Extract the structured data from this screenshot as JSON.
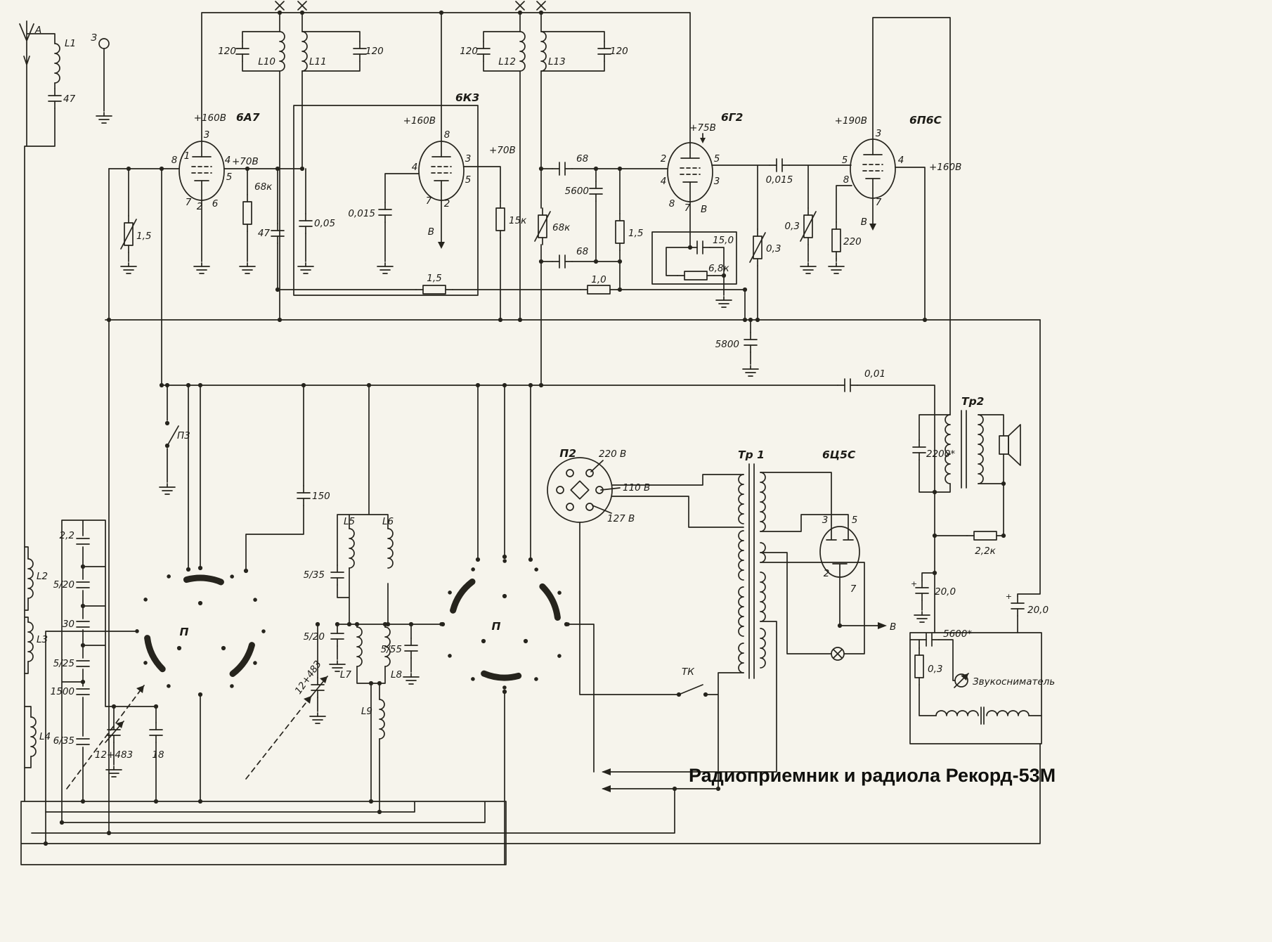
{
  "title": "Радиоприемник и радиола Рекорд-53М",
  "tubes": [
    {
      "name": "6А7",
      "pins": [
        "3",
        "8",
        "1",
        "4",
        "5",
        "7",
        "2",
        "6"
      ]
    },
    {
      "name": "6К3",
      "pins": [
        "8",
        "4",
        "3",
        "5",
        "7",
        "2"
      ]
    },
    {
      "name": "6Г2",
      "pins": [
        "2",
        "5",
        "4",
        "3",
        "8",
        "7"
      ]
    },
    {
      "name": "6П6С",
      "pins": [
        "3",
        "5",
        "4",
        "8",
        "7"
      ]
    },
    {
      "name": "6Ц5С",
      "pins": [
        "3",
        "5",
        "2",
        "7"
      ]
    }
  ],
  "labels": {
    "antenna": "А",
    "ground": "З",
    "l1": "L1",
    "l2": "L2",
    "l3": "L3",
    "l4": "L4",
    "l5": "L5",
    "l6": "L6",
    "l7": "L7",
    "l8": "L8",
    "l9": "L9",
    "l10": "L10",
    "l11": "L11",
    "l12": "L12",
    "l13": "L13",
    "v160a": "+160В",
    "v160b": "+160В",
    "v160c": "+160В",
    "v70a": "+70В",
    "v70b": "+70В",
    "v75": "+75В",
    "v190": "+190В",
    "b": "В",
    "p": "П",
    "p2": "П2",
    "p3": "П3",
    "tk": "ТК",
    "tr1": "Тр 1",
    "tr2": "Тр2",
    "v220": "220 В",
    "v110": "110 В",
    "v127": "127 В",
    "pickup": "Звукосниматель",
    "plus": "+",
    "c120": "120",
    "c47ant": "47",
    "r1k5": "1,5",
    "r68k": "68к",
    "c47": "47",
    "c005": "0,05",
    "c0015": "0,015",
    "r15k": "15к",
    "c68": "68",
    "c5600": "5600",
    "r1k0": "1,0",
    "r6k8": "6,8к",
    "c15": "15,0",
    "r03": "0,3",
    "r220": "220",
    "c5800": "5800",
    "c001": "0,01",
    "c2200": "2200*",
    "r2k2": "2,2к",
    "c20": "20,0",
    "c5600s": "5600*",
    "c150": "150",
    "c2_2": "2,2",
    "c520": "5/20",
    "c30": "30",
    "c525": "5/25",
    "c1500": "1500",
    "c635": "6/35",
    "c12483": "12+483",
    "c18": "18",
    "c535": "5/35",
    "c555": "5/55"
  }
}
